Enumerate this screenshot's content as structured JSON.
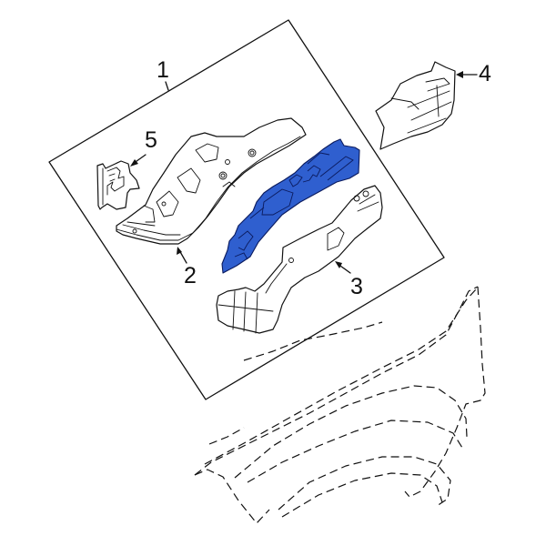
{
  "diagram": {
    "type": "exploded-parts-diagram",
    "highlight_color": "#2f5fcf",
    "line_color": "#111111",
    "background": "#ffffff",
    "callouts": [
      {
        "id": "1",
        "label": "1",
        "part": "fender apron assembly (boxed group)"
      },
      {
        "id": "2",
        "label": "2",
        "part": "inner wheel housing / apron panel"
      },
      {
        "id": "3",
        "label": "3",
        "part": "front frame rail / side member"
      },
      {
        "id": "4",
        "label": "4",
        "part": "upper reinforcement bracket"
      },
      {
        "id": "5",
        "label": "5",
        "part": "small mounting bracket"
      }
    ],
    "highlighted_part": "reinforcement panel between parts 2 and 3 (blue)",
    "reference_part": "front fender (dashed outline)"
  }
}
